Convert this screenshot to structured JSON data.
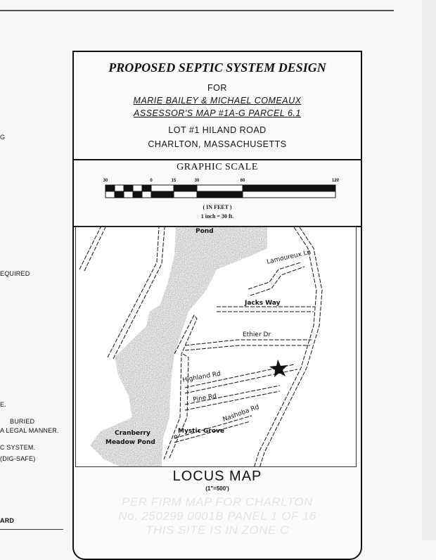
{
  "left_notes": [
    "G",
    "EQUIRED",
    "E.",
    "BURIED",
    "A LEGAL MANNER.",
    "C SYSTEM.",
    "(DIG-SAFE)",
    "ARD"
  ],
  "title": {
    "main": "PROPOSED SEPTIC SYSTEM DESIGN",
    "for": "FOR",
    "owners": "MARIE BAILEY & MICHAEL COMEAUX",
    "parcel": "ASSESSOR'S MAP #1A-G PARCEL 6.1",
    "lot": "LOT #1 HILAND ROAD",
    "town": "CHARLTON, MASSACHUSETTS"
  },
  "graphic_scale": {
    "title": "GRAPHIC SCALE",
    "ticks": [
      "30",
      "0",
      "15",
      "30",
      "60",
      "120"
    ],
    "unit": "( IN FEET )",
    "ratio": "1 inch = 30  ft."
  },
  "locus_map": {
    "title": "LOCUS MAP",
    "scale": "(1\"=500')",
    "labels": {
      "pond_top": "Pond",
      "lamoureux": "Lamoureux Ln",
      "jacks": "Jacks Way",
      "ethier": "Ethier Dr",
      "highland": "Highland Rd",
      "pine": "Pine Rd",
      "nashoba": "Nashoba Rd",
      "mystic": "Mystic Grove",
      "cranberry1": "Cranberry",
      "cranberry2": "Meadow Pond"
    },
    "site_marker": "star-icon"
  },
  "bleed_through": [
    "PER FIRM MAP FOR CHARLTON",
    "No. 250299 0001B PANEL 1 OF 16",
    "THIS SITE IS IN ZONE C"
  ]
}
